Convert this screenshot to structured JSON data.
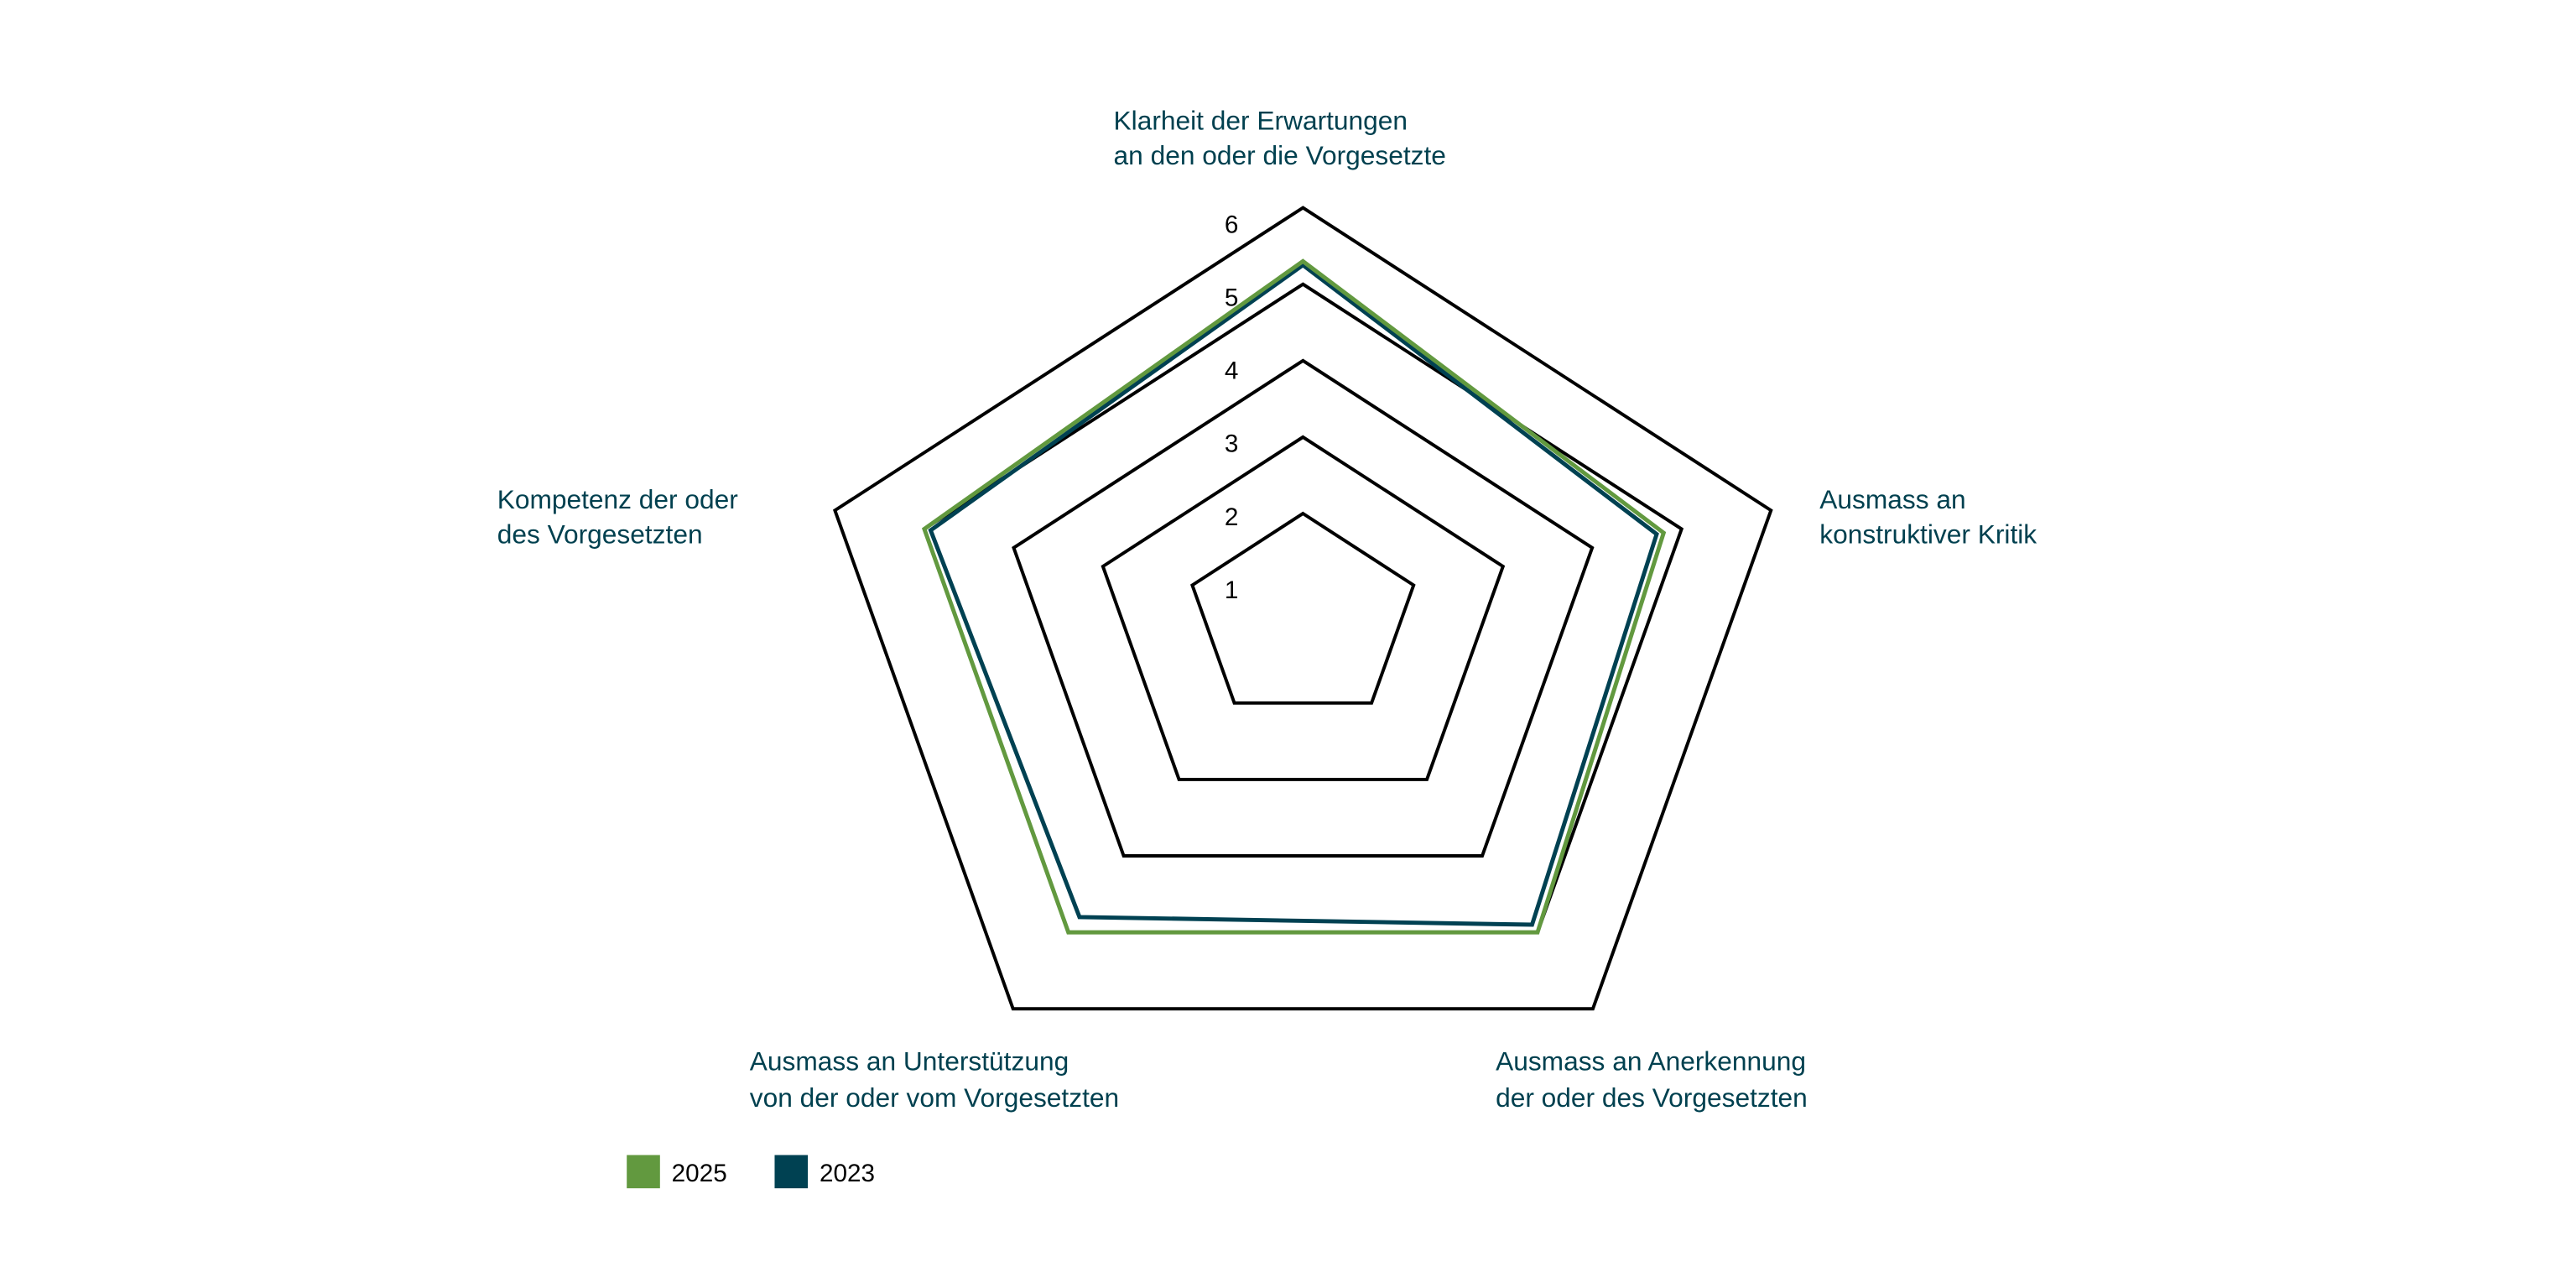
{
  "chart_data": {
    "type": "radar",
    "axes": [
      {
        "lines": [
          "Klarheit der Erwartungen",
          "an den oder die Vorgesetzte"
        ]
      },
      {
        "lines": [
          "Ausmass an",
          "konstruktiver Kritik"
        ]
      },
      {
        "lines": [
          "Ausmass an Anerkennung",
          "der oder des Vorgesetzten"
        ]
      },
      {
        "lines": [
          "Ausmass an Unterstützung",
          "von der oder vom Vorgesetzten"
        ]
      },
      {
        "lines": [
          "Kompetenz der oder",
          "des Vorgesetzten"
        ]
      }
    ],
    "ticks": [
      "1",
      "2",
      "3",
      "4",
      "5",
      "6"
    ],
    "tick_values": [
      1,
      2,
      3,
      4,
      5,
      6
    ],
    "ring_levels": [
      2,
      3,
      4,
      5,
      6
    ],
    "rlim": [
      1,
      6
    ],
    "series": [
      {
        "name": "2025",
        "color": "#62993f",
        "values": [
          5.3,
          4.8,
          5.0,
          5.0,
          5.0
        ]
      },
      {
        "name": "2023",
        "color": "#004152",
        "values": [
          5.25,
          4.72,
          4.9,
          4.8,
          4.93
        ]
      }
    ],
    "legend": {
      "position": "bottom-left",
      "entries": [
        "2025",
        "2023"
      ]
    },
    "grid": true
  }
}
